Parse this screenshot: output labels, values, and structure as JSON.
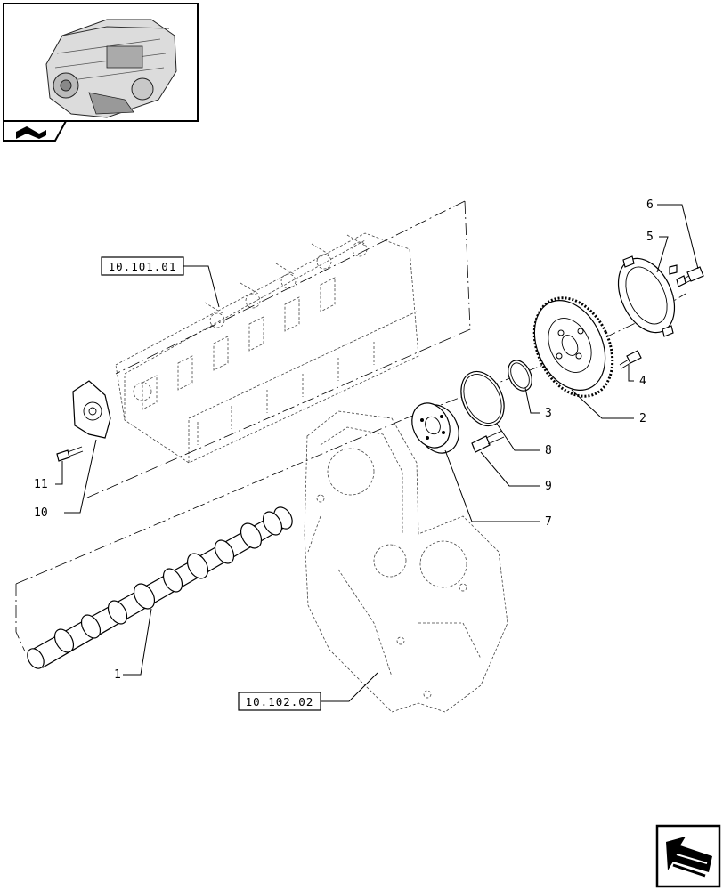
{
  "thumbnail": {
    "icon": "engine-thumbnail-icon",
    "nav_icon": "catalog-book-icon"
  },
  "references": {
    "cylinder_head": "10.101.01",
    "timing_case": "10.102.02"
  },
  "callouts": {
    "c1": "1",
    "c2": "2",
    "c3": "3",
    "c4": "4",
    "c5": "5",
    "c6": "6",
    "c7": "7",
    "c8": "8",
    "c9": "9",
    "c10": "10",
    "c11": "11"
  },
  "corner_nav": {
    "icon": "next-page-arrow-icon"
  }
}
